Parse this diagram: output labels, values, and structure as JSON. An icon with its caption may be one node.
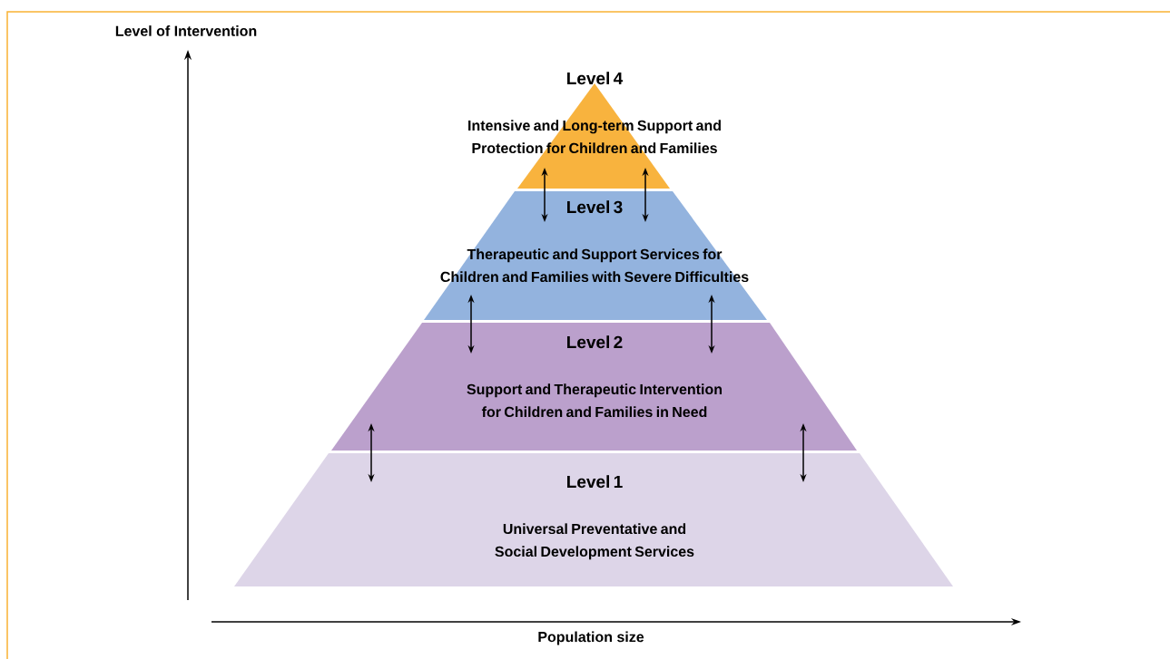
{
  "diagram": {
    "nodes": [
      {
        "text": [
          "Level 4",
          "Intensive and Long-term Support and Protection for Children and Families"
        ]
      },
      {
        "text": [
          "Level 3",
          "Therapeutic and Support Services for Children and Families with Severe Difficulties"
        ]
      },
      {
        "text": [
          "Level 2",
          "Support and Therapeutic Intervention for Children and Families in Need"
        ]
      },
      {
        "text": [
          "Level 1",
          "Universal Preventative and Social Development Services"
        ]
      }
    ],
    "edges": [
      {
        "from": 0,
        "to": 1,
        "arrow": "both"
      },
      {
        "from": 0,
        "to": 1,
        "arrow": "both"
      },
      {
        "from": 1,
        "to": 2,
        "arrow": "both"
      },
      {
        "from": 1,
        "to": 2,
        "arrow": "both"
      },
      {
        "from": 2,
        "to": 3,
        "arrow": "both"
      },
      {
        "from": 2,
        "to": 3,
        "arrow": "both"
      }
    ],
    "labels": [
      "Level of Intervention",
      "Population size"
    ]
  }
}
